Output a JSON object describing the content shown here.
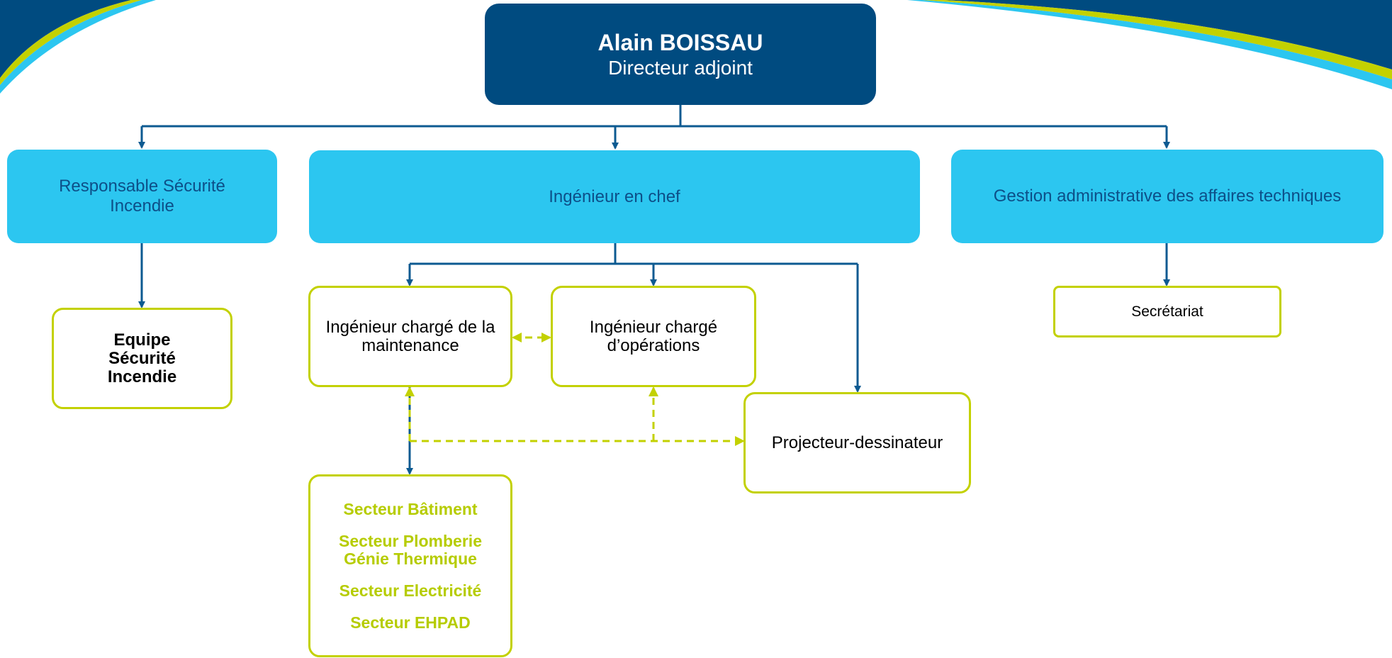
{
  "director": {
    "name": "Alain BOISSAU",
    "role": "Directeur adjoint"
  },
  "level1": {
    "fire_safety_manager": "Responsable Sécurité Incendie",
    "chief_engineer": "Ingénieur en chef",
    "admin_management": "Gestion administrative des affaires techniques"
  },
  "level2": {
    "fire_safety_team": "Equipe Sécurité Incendie",
    "maintenance_engineer": "Ingénieur chargé de la maintenance",
    "operations_engineer": "Ingénieur chargé d’opérations",
    "designer": "Projecteur-dessinateur",
    "secretariat": "Secrétariat"
  },
  "sectors": [
    "Secteur Bâtiment",
    "Secteur Plomberie Génie Thermique",
    "Secteur Electricité",
    "Secteur EHPAD"
  ],
  "colors": {
    "dark_blue": "#004b80",
    "light_blue": "#2cc6f0",
    "lime": "#c3d100",
    "connector": "#0d5a91"
  }
}
